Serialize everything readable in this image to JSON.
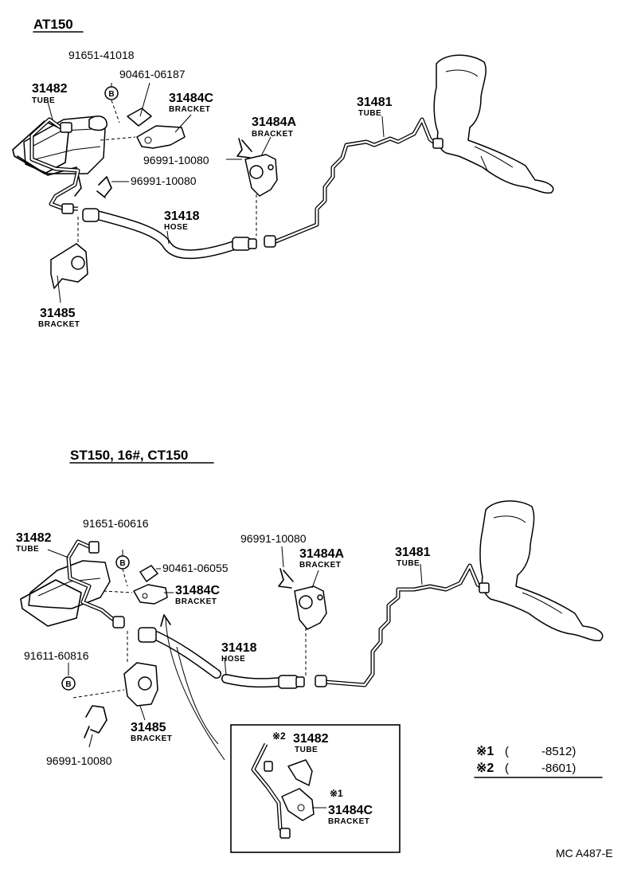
{
  "sections": {
    "top": {
      "title": "AT150",
      "labels": {
        "p91651": "91651-41018",
        "p90461": "90461-06187",
        "p31482": "31482",
        "p31482_sub": "TUBE",
        "p31484c": "31484C",
        "p31484c_sub": "BRACKET",
        "p31484a": "31484A",
        "p31484a_sub": "BRACKET",
        "p31481": "31481",
        "p31481_sub": "TUBE",
        "p96991a": "96991-10080",
        "p96991b": "96991-10080",
        "p31418": "31418",
        "p31418_sub": "HOSE",
        "p31485": "31485",
        "p31485_sub": "BRACKET"
      }
    },
    "bottom": {
      "title": "ST150, 16#, CT150",
      "labels": {
        "p31482": "31482",
        "p31482_sub": "TUBE",
        "p91651": "91651-60616",
        "p90461": "90461-06055",
        "p31484c": "31484C",
        "p31484c_sub": "BRACKET",
        "p96991a": "96991-10080",
        "p31484a": "31484A",
        "p31484a_sub": "BRACKET",
        "p31481": "31481",
        "p31481_sub": "TUBE",
        "p31418": "31418",
        "p31418_sub": "HOSE",
        "p91611": "91611-60816",
        "p31485": "31485",
        "p31485_sub": "BRACKET",
        "p96991b": "96991-10080"
      },
      "inset": {
        "mark2": "※2",
        "p31482": "31482",
        "p31482_sub": "TUBE",
        "mark1": "※1",
        "p31484c": "31484C",
        "p31484c_sub": "BRACKET"
      }
    }
  },
  "bolt_symbol": "B",
  "notes": [
    {
      "mark": "※1",
      "open": "(",
      "range": "-8512)"
    },
    {
      "mark": "※2",
      "open": "(",
      "range": "-8601)"
    }
  ],
  "figure_code": "MC A487-E"
}
